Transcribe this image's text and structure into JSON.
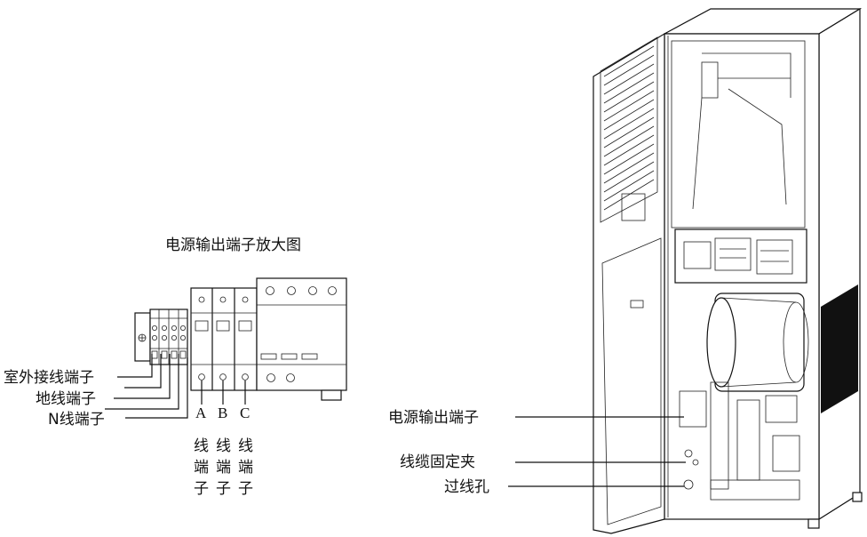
{
  "detail_title": "电源输出端子放大图",
  "left_labels": {
    "outdoor_terminal": "室外接线端子",
    "ground_terminal": "地线端子",
    "n_terminal": "N线端子"
  },
  "phase_terminals": [
    {
      "letter": "A",
      "chars": [
        "线",
        "端",
        "子"
      ]
    },
    {
      "letter": "B",
      "chars": [
        "线",
        "端",
        "子"
      ]
    },
    {
      "letter": "C",
      "chars": [
        "线",
        "端",
        "子"
      ]
    }
  ],
  "right_labels": {
    "power_output": "电源输出端子",
    "cable_clamp": "线缆固定夹",
    "wire_hole": "过线孔"
  }
}
